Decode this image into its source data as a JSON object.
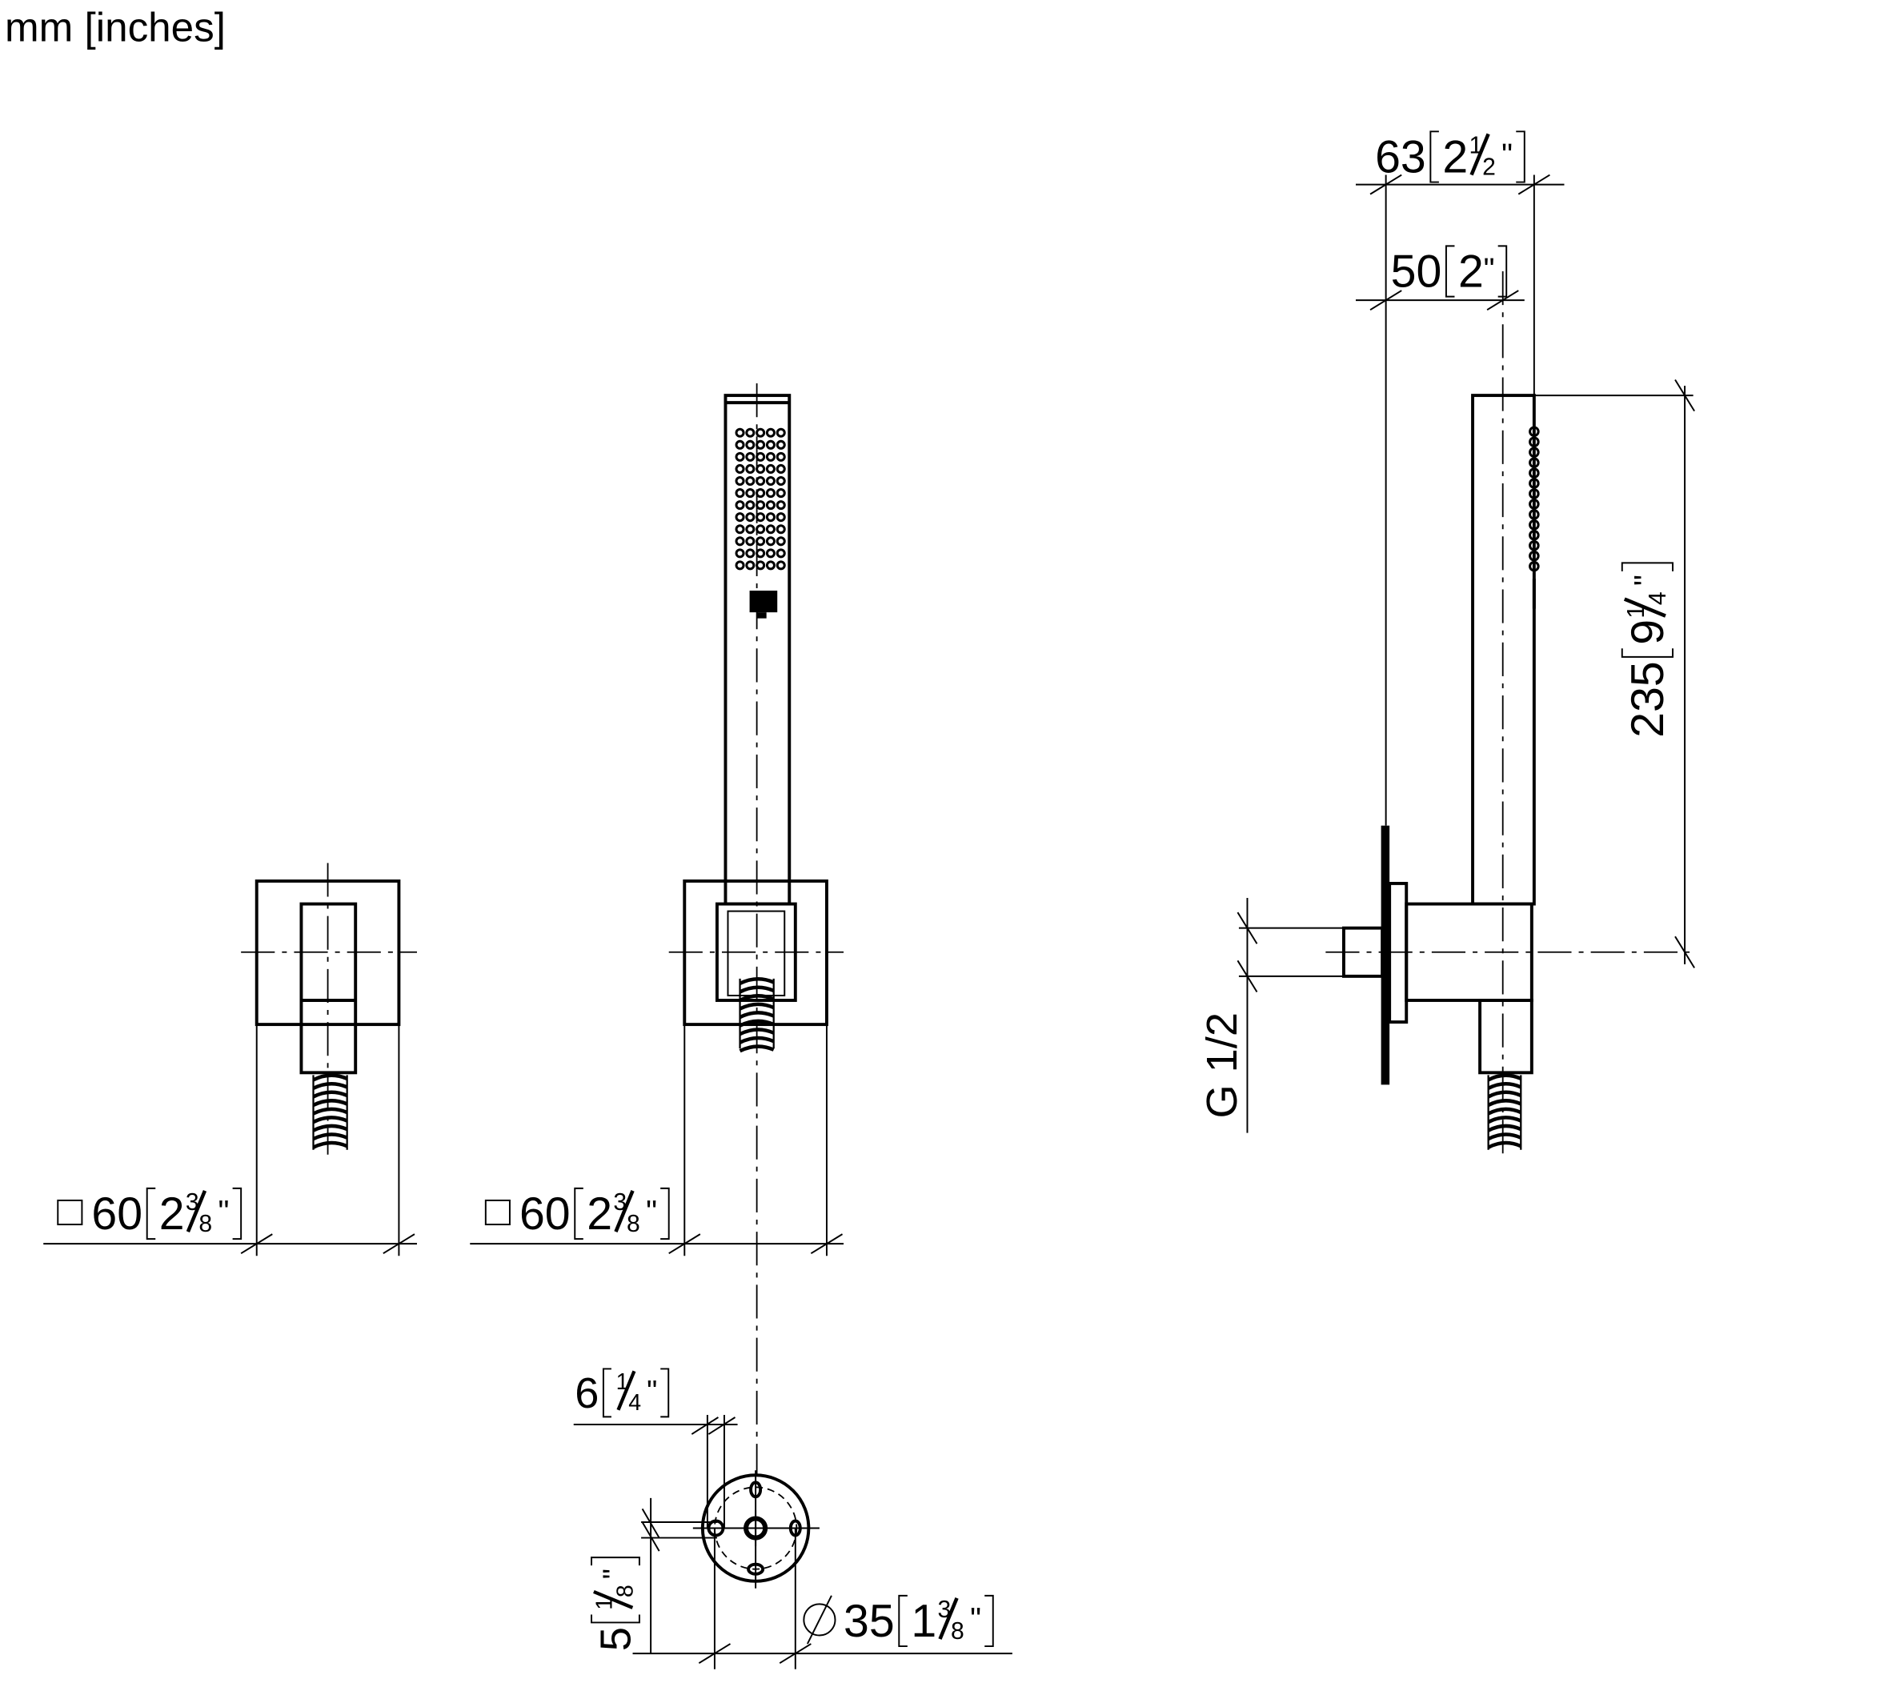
{
  "units_label": "mm [inches]",
  "inch_mark": "\"",
  "dimensions": {
    "escutcheon_left": {
      "symbol": "square",
      "mm": "60",
      "in_whole": "2",
      "in_num": "3",
      "in_den": "8"
    },
    "escutcheon_mid": {
      "symbol": "square",
      "mm": "60",
      "in_whole": "2",
      "in_num": "3",
      "in_den": "8"
    },
    "hole_offset": {
      "mm": "6",
      "in_whole": "",
      "in_num": "1",
      "in_den": "4"
    },
    "hole_size": {
      "mm": "5",
      "in_whole": "",
      "in_num": "1",
      "in_den": "8"
    },
    "diameter": {
      "symbol": "diameter",
      "mm": "35",
      "in_whole": "1",
      "in_num": "3",
      "in_den": "8"
    },
    "projection_total": {
      "mm": "63",
      "in_whole": "2",
      "in_num": "1",
      "in_den": "2"
    },
    "projection_axis": {
      "mm": "50",
      "in_whole": "2"
    },
    "height": {
      "mm": "235",
      "in_whole": "9",
      "in_num": "1",
      "in_den": "4"
    }
  },
  "thread_label": "G 1/2"
}
